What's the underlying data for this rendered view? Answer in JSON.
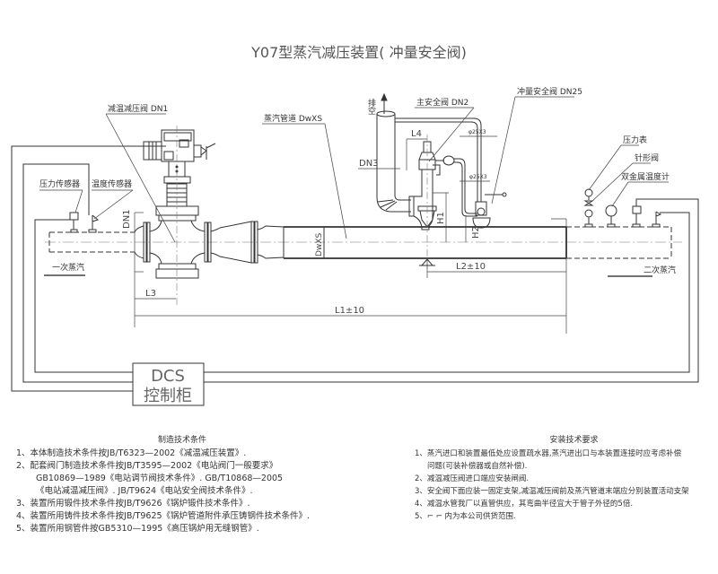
{
  "title": "Y07型蒸汽减压装置( 冲量安全阀)",
  "labels": {
    "desuperheating_valve": "减温减压阀 DN1",
    "steam_pipe": "蒸汽管道 DwXS",
    "main_safety_valve": "主安全阀 DN2",
    "impulse_safety_valve": "冲量安全阀 DN25",
    "vent": "排空",
    "pressure_sensor": "压力传感器",
    "temperature_sensor": "温度传感器",
    "pressure_gauge": "压力表",
    "needle_valve": "针形阀",
    "bimetal_thermometer": "双金属温度计",
    "primary_steam": "一次蒸汽",
    "secondary_steam": "二次蒸汽",
    "pipe_spec_1": "φ25X3",
    "pipe_spec_2": "φ25X3",
    "dcs_line1": "DCS",
    "dcs_line2": "控制柜"
  },
  "dimensions": {
    "dn1": "DN1",
    "dn3": "DN3",
    "l1": "L1±10",
    "l2": "L2±10",
    "l3": "L3",
    "l4": "L4",
    "h1": "H1",
    "h2": "H2",
    "dwxs": "DwXS"
  },
  "manufacturing": {
    "heading": "制造技术条件",
    "lines": [
      "1、本体制造技术条件按JB/T6323—2002《减温减压装置》.",
      "2、配套阀门制造技术条件按JB/T3595—2002《电站阀门一般要求》",
      "GB10869—1989《电站调节阀技术条件》. GB/T10868—2005",
      "《电站减温减压阀》. JB/T9624《电站安全阀技术条件》.",
      "3、装置所用锻件技术条件按JB/T9626《锅炉锻件技术条件》.",
      "4、装置所用铸件技术条件按JB/T9625《锅炉管道附件承压铸钢件技术条件》.",
      "5、装置所用钢管件按GB5310—1995《高压锅炉用无缝钢管》."
    ]
  },
  "installation": {
    "heading": "安装技术要求",
    "lines": [
      "1、蒸汽进口和装置最低处应设置疏水器,蒸汽进出口与本装置连接时应考虑补偿",
      "问题(可装补偿器或自然补偿).",
      "2、减温减压阀进口端应安装闸阀.",
      "3、安全阀下面应装一固定支架,减温减压阀前及蒸汽管道末端应分别装置活动支架",
      "4、减温水管我厂以直管供应，其弯曲半径宜大于管子外径的5倍.",
      "5、⌐ ⌐ 内为本公司供货范围."
    ]
  }
}
